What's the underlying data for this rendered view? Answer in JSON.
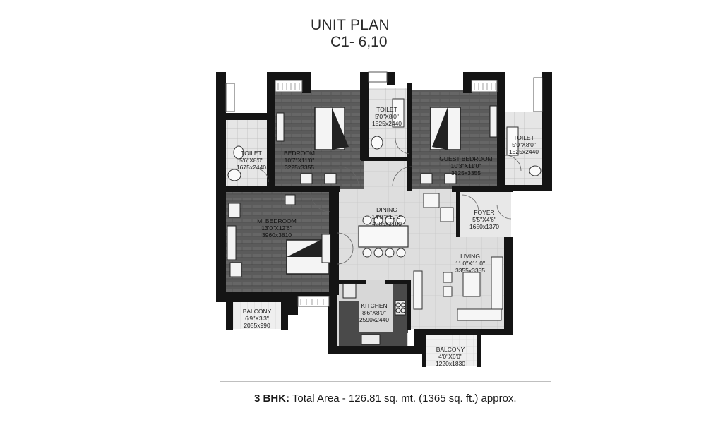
{
  "header": {
    "title": "UNIT PLAN",
    "subtitle": "C1- 6,10"
  },
  "rooms": {
    "toilet_left": {
      "name": "TOILET",
      "dim_ft": "5'6\"X8'0\"",
      "dim_mm": "1675x2440"
    },
    "bedroom": {
      "name": "BEDROOM",
      "dim_ft": "10'7\"X11'0\"",
      "dim_mm": "3225x3355"
    },
    "toilet_mid": {
      "name": "TOILET",
      "dim_ft": "5'0\"X8'0\"",
      "dim_mm": "1525x2440"
    },
    "guest_bedroom": {
      "name": "GUEST BEDROOM",
      "dim_ft": "10'3\"X11'0\"",
      "dim_mm": "3125x3355"
    },
    "toilet_right": {
      "name": "TOILET",
      "dim_ft": "5'0\"X8'0\"",
      "dim_mm": "1525x2440"
    },
    "m_bedroom": {
      "name": "M. BEDROOM",
      "dim_ft": "13'0\"X12'6\"",
      "dim_mm": "3960x3810"
    },
    "dining": {
      "name": "DINING",
      "dim_ft": "14'0\"X10'2\"",
      "dim_mm": "4265x3100"
    },
    "foyer": {
      "name": "FOYER",
      "dim_ft": "5'5\"X4'6\"",
      "dim_mm": "1650x1370"
    },
    "living": {
      "name": "LIVING",
      "dim_ft": "11'0\"X11'0\"",
      "dim_mm": "3355x3355"
    },
    "kitchen": {
      "name": "KITCHEN",
      "dim_ft": "8'6\"X8'0\"",
      "dim_mm": "2590x2440"
    },
    "balcony_left": {
      "name": "BALCONY",
      "dim_ft": "6'9\"X3'3\"",
      "dim_mm": "2055x990"
    },
    "balcony_right": {
      "name": "BALCONY",
      "dim_ft": "4'0\"X6'0\"",
      "dim_mm": "1220x1830"
    }
  },
  "footer": {
    "type_label": "3 BHK:",
    "area_text": "Total Area - 126.81 sq. mt. (1365 sq. ft.) approx."
  }
}
